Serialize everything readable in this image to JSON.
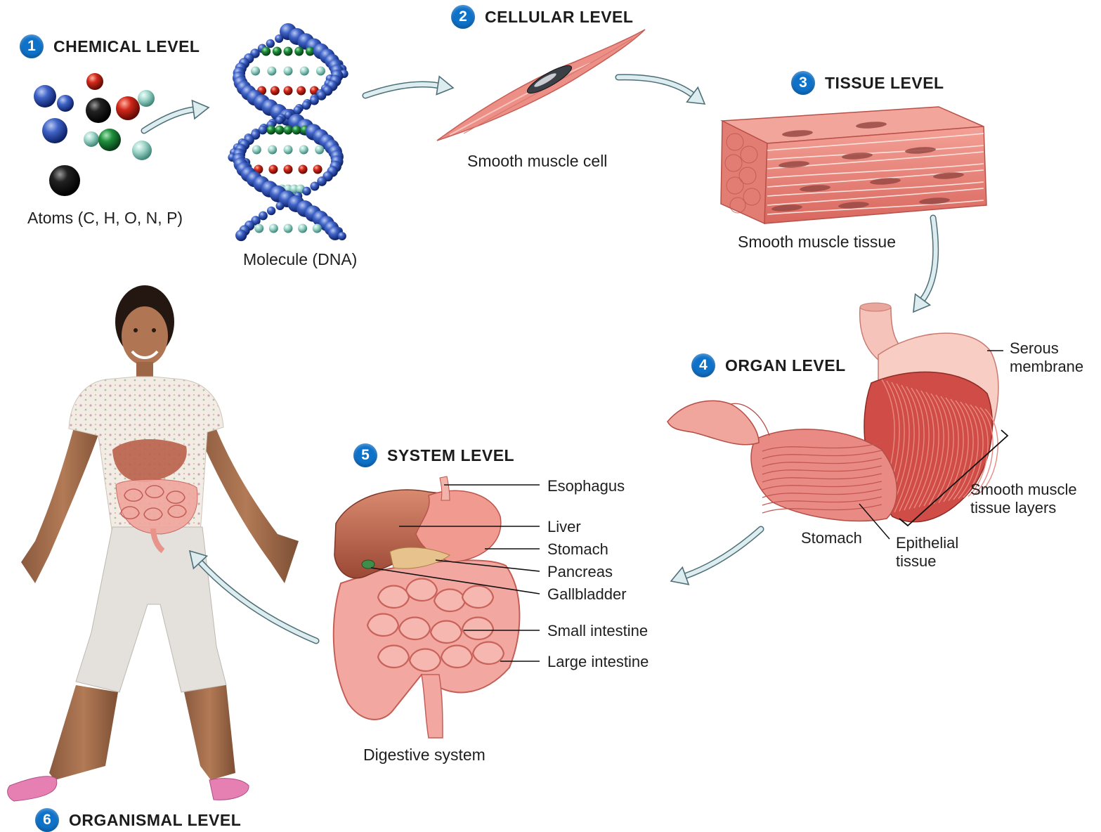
{
  "levels": [
    {
      "number": "1",
      "title": "CHEMICAL LEVEL"
    },
    {
      "number": "2",
      "title": "CELLULAR LEVEL"
    },
    {
      "number": "3",
      "title": "TISSUE LEVEL"
    },
    {
      "number": "4",
      "title": "ORGAN LEVEL"
    },
    {
      "number": "5",
      "title": "SYSTEM LEVEL"
    },
    {
      "number": "6",
      "title": "ORGANISMAL LEVEL"
    }
  ],
  "captions": {
    "atoms": "Atoms (C, H, O, N, P)",
    "molecule": "Molecule (DNA)",
    "cell": "Smooth muscle cell",
    "tissue": "Smooth muscle tissue",
    "system": "Digestive system"
  },
  "organ_labels": {
    "serous_membrane": "Serous membrane",
    "smooth_muscle_layers": "Smooth muscle tissue layers",
    "stomach": "Stomach",
    "epithelial_tissue": "Epithelial tissue"
  },
  "system_labels": {
    "esophagus": "Esophagus",
    "liver": "Liver",
    "stomach": "Stomach",
    "pancreas": "Pancreas",
    "gallbladder": "Gallbladder",
    "small_intestine": "Small intestine",
    "large_intestine": "Large intestine"
  },
  "colors": {
    "badge": "#0f72c9",
    "arrow_fill": "#dcecef",
    "arrow_stroke": "#4d6f78",
    "muscle": "#e8837a",
    "muscle_dark": "#c9554f",
    "dna_blue": "#1d3f8f",
    "liver": "#b6604a"
  }
}
